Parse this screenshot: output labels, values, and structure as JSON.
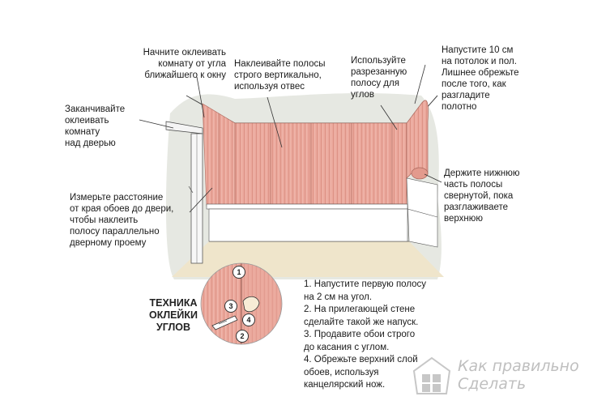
{
  "annotations": {
    "start_corner": "Начните оклеивать\nкомнату от угла\nближайшего к окну",
    "vertical": "Наклеивайте полосы\nстрого вертикально,\nиспользуя отвес",
    "cut_strip": "Используйте\nразрезанную\nполосу для\nуглов",
    "overlap": "Напустите 10 см\nна потолок и пол.\nЛишнее обрежьте\nпосле того, как\nразгладите\nполотно",
    "finish_door": "Заканчивайте\nоклеивать\nкомнату\nнад дверью",
    "hold_rolled": "Держите нижнюю\nчасть полосы\nсвернутой, пока\nразглаживаете\nверхнюю",
    "measure_door": "Измерьте расстояние\nот края обоев до двери,\nчтобы наклеить\nполосу параллельно\nдверному проему"
  },
  "corner_technique": {
    "title": "ТЕХНИКА\nОКЛЕЙКИ\nУГЛОВ",
    "markers": [
      "1",
      "2",
      "3",
      "4"
    ],
    "steps": [
      "1. Напустите первую полосу\nна 2 см на угол.",
      "2. На прилегающей стене\nсделайте такой же напуск.",
      "3. Продавите обои строго\nдо касания с углом.",
      "4. Обрежьте верхний слой\nобоев, используя\nканцелярский нож."
    ]
  },
  "watermark": {
    "line1": "Как правильно",
    "line2": "Сделать"
  },
  "colors": {
    "wallpaper": "#e9a59a",
    "wallpaper_dark": "#d98679",
    "floor": "#ece2c8",
    "wall_shadow": "#e2e4de"
  }
}
